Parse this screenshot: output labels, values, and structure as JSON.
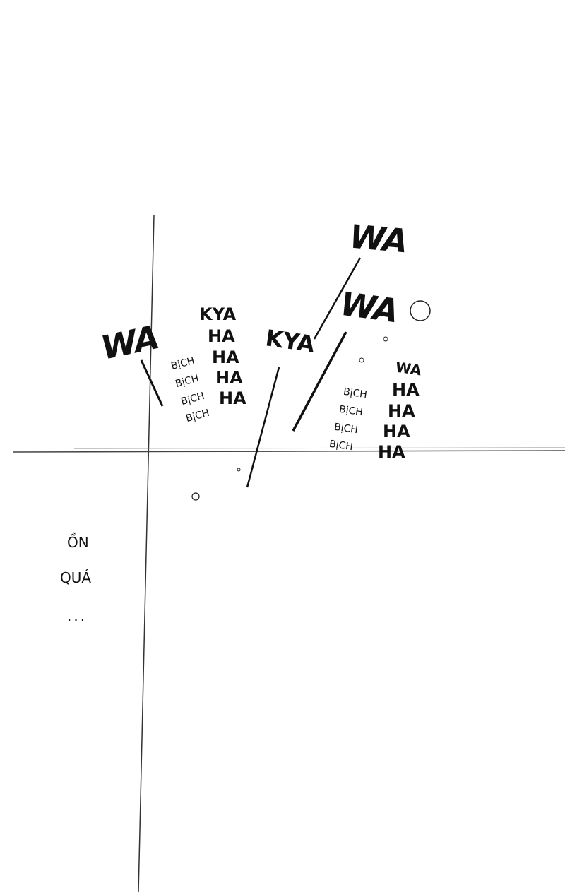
{
  "sfx": {
    "wa_top": "WA",
    "wa_mid": "WA",
    "wa_left": "WA",
    "kya_center": "KYA",
    "left_column": [
      "KYA",
      "HA",
      "HA",
      "HA",
      "HA"
    ],
    "left_bich": [
      "BịCH",
      "BịCH",
      "BịCH",
      "BịCH"
    ],
    "right_column": [
      "WA",
      "HA",
      "HA",
      "HA",
      "HA"
    ],
    "right_bich": [
      "BịCH",
      "BịCH",
      "BịCH",
      "BịCH"
    ]
  },
  "narration": {
    "line1": "ỒN",
    "line2": "QUÁ",
    "line3": "..."
  }
}
